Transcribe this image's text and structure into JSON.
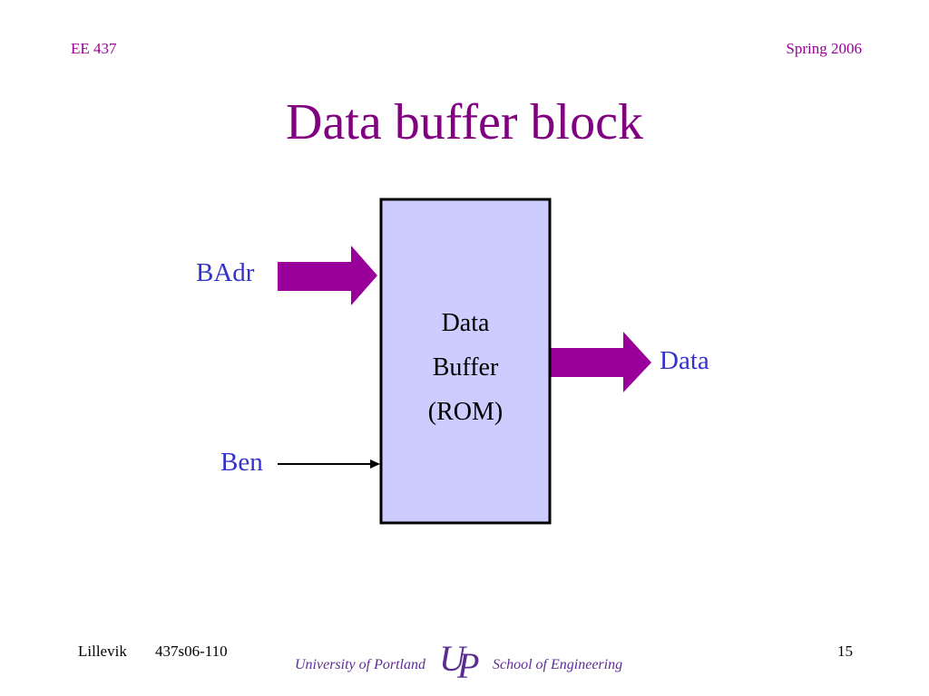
{
  "header": {
    "course": "EE 437",
    "term": "Spring 2006"
  },
  "slide": {
    "title": "Data buffer block"
  },
  "diagram": {
    "block_lines": [
      "Data",
      "Buffer",
      "(ROM)"
    ],
    "inputs": {
      "address": "BAdr",
      "enable": "Ben"
    },
    "output": "Data",
    "colors": {
      "block_fill": "#ccccff",
      "block_border": "#000000",
      "bus_arrow": "#990099",
      "signal_label": "#3333cc"
    }
  },
  "footer": {
    "author": "Lillevik",
    "doc_id": "437s06-110",
    "page": "15",
    "logo": {
      "left_text": "University of Portland",
      "right_text": "School of Engineering",
      "mark_text": "UP"
    }
  }
}
